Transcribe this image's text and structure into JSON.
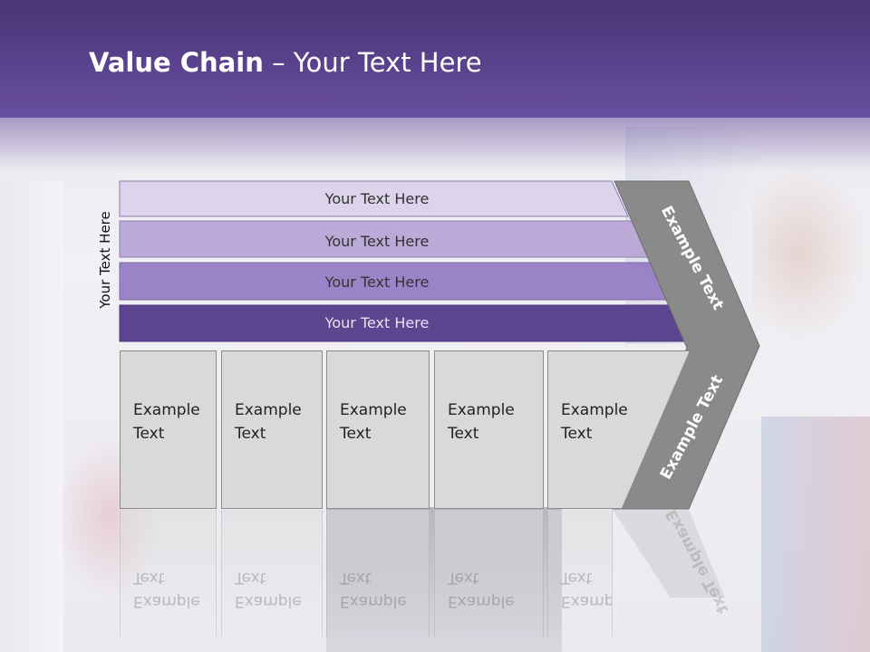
{
  "title": {
    "bold": "Value Chain",
    "rest": " – Your Text Here"
  },
  "side_label": "Your Text Here",
  "bars": [
    {
      "label": "Your Text Here",
      "color": "#dcd4ea"
    },
    {
      "label": "Your Text Here",
      "color": "#bba9d8"
    },
    {
      "label": "Your Text Here",
      "color": "#9a83c6"
    },
    {
      "label": "Your Text Here",
      "color": "#5e4590"
    }
  ],
  "boxes": [
    {
      "label": "Example\nText"
    },
    {
      "label": "Example\nText"
    },
    {
      "label": "Example\nText"
    },
    {
      "label": "Example\nText"
    },
    {
      "label": "Example\nText"
    }
  ],
  "chevron": {
    "upper": "Example Text",
    "lower": "Example Text",
    "color": "#8a8a8a"
  }
}
